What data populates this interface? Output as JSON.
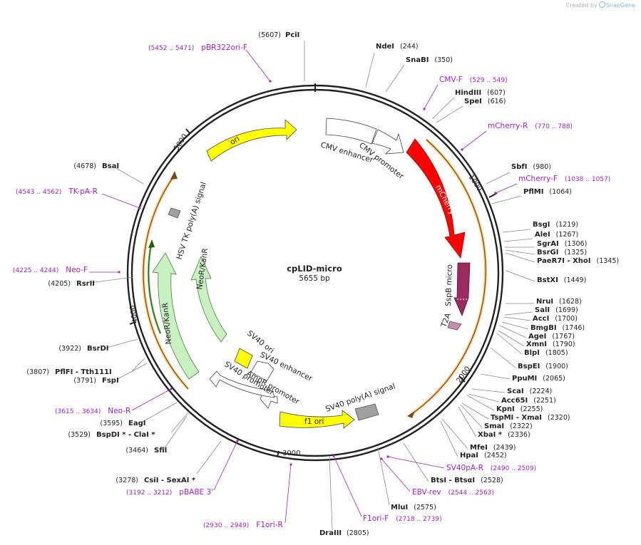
{
  "credit": {
    "prefix": "Created by",
    "brand": "SnapGene"
  },
  "plasmid": {
    "name": "cpLID-micro",
    "length": 5655,
    "size_label": "5655 bp"
  },
  "ticks": [
    "1000",
    "2000",
    "3000",
    "4000",
    "5000"
  ],
  "colors": {
    "primer": "#a020c0",
    "site": "#888888",
    "backbone": "#222222",
    "ori": "#ffff00",
    "mCherry": "#ff0000",
    "sspb": "#9b2a5e",
    "neo": "#c8f0c0",
    "promoter": "#ffffff",
    "polyA": "#a0a0a0"
  },
  "sites": [
    {
      "name": "PciI",
      "pos": "5607"
    },
    {
      "name": "NdeI",
      "pos": "244"
    },
    {
      "name": "SnaBI",
      "pos": "350"
    },
    {
      "name": "HindIII",
      "pos": "607"
    },
    {
      "name": "SpeI",
      "pos": "616"
    },
    {
      "name": "SbfI",
      "pos": "980"
    },
    {
      "name": "PflMI",
      "pos": "1064"
    },
    {
      "name": "BsgI",
      "pos": "1219"
    },
    {
      "name": "AleI",
      "pos": "1267"
    },
    {
      "name": "SgrAI",
      "pos": "1306"
    },
    {
      "name": "BsrGI",
      "pos": "1325"
    },
    {
      "name": "PaeR7I  - XhoI",
      "pos": "1345"
    },
    {
      "name": "BstXI",
      "pos": "1449"
    },
    {
      "name": "NruI",
      "pos": "1628"
    },
    {
      "name": "SalI",
      "pos": "1699"
    },
    {
      "name": "AccI",
      "pos": "1700"
    },
    {
      "name": "BmgBI",
      "pos": "1746"
    },
    {
      "name": "AgeI",
      "pos": "1767"
    },
    {
      "name": "XmnI",
      "pos": "1790"
    },
    {
      "name": "BlpI",
      "pos": "1805"
    },
    {
      "name": "BspEI",
      "pos": "1900"
    },
    {
      "name": "PpuMI",
      "pos": "2065"
    },
    {
      "name": "ScaI",
      "pos": "2224"
    },
    {
      "name": "Acc65I",
      "pos": "2251"
    },
    {
      "name": "KpnI",
      "pos": "2255"
    },
    {
      "name": "TspMI  - XmaI",
      "pos": "2320"
    },
    {
      "name": "SmaI",
      "pos": "2322"
    },
    {
      "name": "XbaI *",
      "pos": "2336"
    },
    {
      "name": "MfeI",
      "pos": "2439"
    },
    {
      "name": "HpaI",
      "pos": "2452"
    },
    {
      "name": "BtsI  - BtsαI",
      "pos": "2528"
    },
    {
      "name": "MluI",
      "pos": "2575"
    },
    {
      "name": "DraIII",
      "pos": "2805"
    },
    {
      "name": "CsiI  - SexAI *",
      "pos": "3278"
    },
    {
      "name": "SfiI",
      "pos": "3464"
    },
    {
      "name": "BspDI *  - ClaI *",
      "pos": "3529"
    },
    {
      "name": "EagI",
      "pos": "3595"
    },
    {
      "name": "FspI",
      "pos": "3791"
    },
    {
      "name": "PflFI  - Tth111I",
      "pos": "3807"
    },
    {
      "name": "BsrDI",
      "pos": "3922"
    },
    {
      "name": "RsrII",
      "pos": "4205"
    },
    {
      "name": "BsaI",
      "pos": "4678"
    }
  ],
  "primers": [
    {
      "name": "pBR322ori-F",
      "range": "(5452 .. 5471)"
    },
    {
      "name": "CMV-F",
      "range": "(529 .. 549)"
    },
    {
      "name": "mCherry-R",
      "range": "(770 .. 788)"
    },
    {
      "name": "mCherry-F",
      "range": "(1038 .. 1057)"
    },
    {
      "name": "SV40pA-R",
      "range": "(2490 .. 2509)"
    },
    {
      "name": "EBV-rev",
      "range": "(2544 .. 2563)"
    },
    {
      "name": "F1ori-F",
      "range": "(2718 .. 2739)"
    },
    {
      "name": "F1ori-R",
      "range": "(2930 .. 2949)"
    },
    {
      "name": "pBABE 3'",
      "range": "(3192 .. 3212)"
    },
    {
      "name": "Neo-R",
      "range": "(3615 .. 3634)"
    },
    {
      "name": "Neo-F",
      "range": "(4225 .. 4244)"
    },
    {
      "name": "TK-pA-R",
      "range": "(4543 .. 4562)"
    }
  ],
  "features": [
    {
      "name": "ori"
    },
    {
      "name": "CMV enhancer"
    },
    {
      "name": "CMV promoter"
    },
    {
      "name": "mCherry"
    },
    {
      "name": "SspB micro"
    },
    {
      "name": "T2A"
    },
    {
      "name": "SV40 poly(A) signal"
    },
    {
      "name": "f1 ori"
    },
    {
      "name": "AmpR promoter"
    },
    {
      "name": "SV40 promoter"
    },
    {
      "name": "SV40 enhancer"
    },
    {
      "name": "SV40 ori"
    },
    {
      "name": "NeoR/KanR"
    },
    {
      "name": "HSV TK poly(A) signal"
    }
  ]
}
